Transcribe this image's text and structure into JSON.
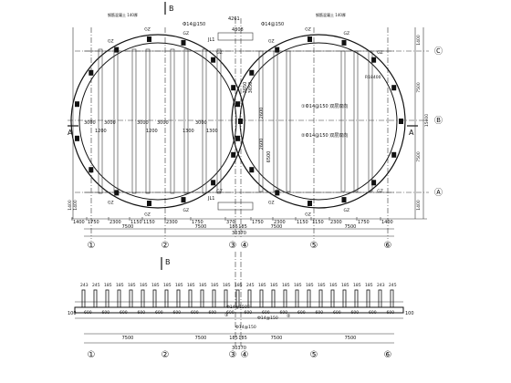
{
  "plan": {
    "axis_labels": [
      "①",
      "②",
      "③",
      "④",
      "⑤",
      "⑥"
    ],
    "row_labels": [
      "Ⓒ",
      "Ⓑ",
      "Ⓐ"
    ],
    "section_marks": {
      "top": "B",
      "left": "A",
      "right": "A"
    },
    "left_tank_note": "钢筋混凝土 140厚",
    "right_tank_note": "钢筋混凝土 140厚",
    "top_dims": [
      "4261",
      "4308"
    ],
    "top_rebar_left": "Ф14@150",
    "top_rebar_right": "Ф14@150",
    "jl_labels": [
      "JL1",
      "JL1"
    ],
    "gz_label": "GZ",
    "right_inner_labels": [
      "①Ф14@150 双层双向",
      "②Ф14@150 双层双向"
    ],
    "radius_label": "R18400",
    "right_dims_v": [
      "1400",
      "7500",
      "15000",
      "7500",
      "1400"
    ],
    "left_dims_v": [
      "1400",
      "1400"
    ],
    "bottom_dim_row1": [
      "1400",
      "1750",
      "2300",
      "1150",
      "1150",
      "2300",
      "1750",
      "370",
      "1750",
      "2300",
      "1150",
      "1150",
      "2300",
      "1750",
      "1400"
    ],
    "bottom_dim_row2": [
      "7500",
      "7500",
      "185",
      "185",
      "7500",
      "7500"
    ],
    "bottom_total": "30370",
    "left_inner_dims": [
      "3000",
      "1200",
      "3000",
      "3000",
      "1200",
      "3000",
      "1300",
      "3000",
      "1300"
    ],
    "mid_dims": [
      "3650",
      "3650",
      "2600",
      "2600",
      "6500"
    ]
  },
  "elevation": {
    "section_mark": "B",
    "top_pairs": [
      "243",
      "245",
      "185",
      "185",
      "185",
      "185",
      "185",
      "185",
      "185",
      "185",
      "185",
      "185",
      "185",
      "185",
      "245",
      "185",
      "185",
      "185",
      "185",
      "185",
      "185",
      "185",
      "185",
      "185",
      "185",
      "243",
      "245"
    ],
    "row600": [
      "600",
      "600",
      "600",
      "600",
      "600",
      "600",
      "600",
      "600",
      "600",
      "600",
      "600",
      "600",
      "600",
      "600",
      "600",
      "600",
      "600",
      "600"
    ],
    "rebar_labels": [
      "Ф14@150",
      "Ф14@150",
      "Ф14@150"
    ],
    "circle_nums": [
      "①",
      "②",
      "③"
    ],
    "left_elev": "100",
    "right_elev": "100",
    "bottom_dims": [
      "7500",
      "7500",
      "185",
      "185",
      "7500",
      "7500"
    ],
    "bottom_total": "30370",
    "axis_labels": [
      "①",
      "②",
      "③",
      "④",
      "⑤",
      "⑥"
    ]
  }
}
